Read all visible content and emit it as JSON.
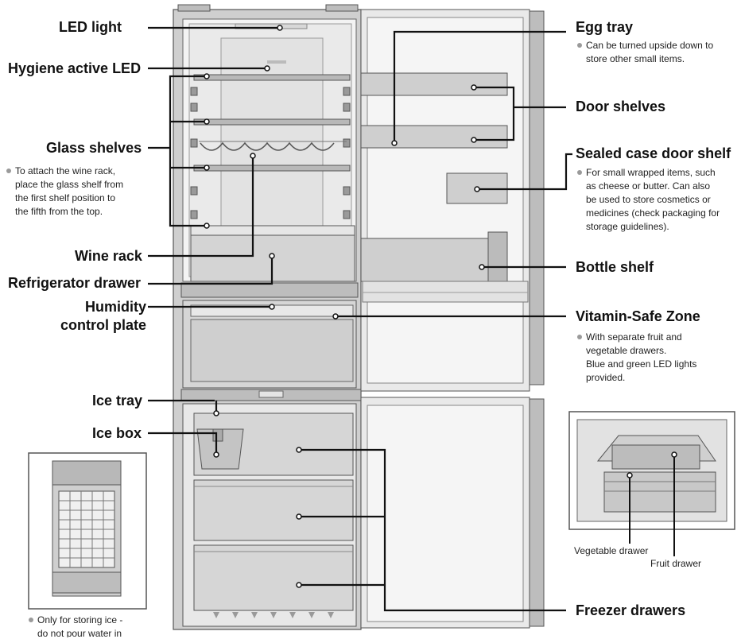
{
  "labels": {
    "led_light": "LED light",
    "hygiene_led": "Hygiene active LED",
    "glass_shelves": "Glass shelves",
    "wine_rack": "Wine rack",
    "refrigerator_drawer": "Refrigerator drawer",
    "humidity_line1": "Humidity",
    "humidity_line2": "control plate",
    "ice_tray": "Ice tray",
    "ice_box": "Ice box",
    "egg_tray": "Egg tray",
    "door_shelves": "Door shelves",
    "sealed_case": "Sealed case door shelf",
    "bottle_shelf": "Bottle shelf",
    "vitamin_zone": "Vitamin-Safe Zone",
    "freezer_drawers": "Freezer drawers",
    "vegetable_drawer": "Vegetable drawer",
    "fruit_drawer": "Fruit drawer"
  },
  "notes": {
    "glass_shelves": [
      "To attach the wine rack,",
      "place the glass shelf from",
      "the first shelf position to",
      "the fifth from the top."
    ],
    "egg_tray": [
      "Can be turned upside down to",
      "store other small items."
    ],
    "sealed_case": [
      "For small wrapped items, such",
      "as cheese or butter. Can also",
      "be used to store cosmetics or",
      "medicines (check packaging for",
      "storage guidelines)."
    ],
    "vitamin_zone": [
      "With separate fruit and",
      "vegetable drawers.",
      "Blue and green LED lights",
      "provided."
    ],
    "ice_box": [
      "Only for storing ice -",
      "do not pour water in"
    ]
  }
}
